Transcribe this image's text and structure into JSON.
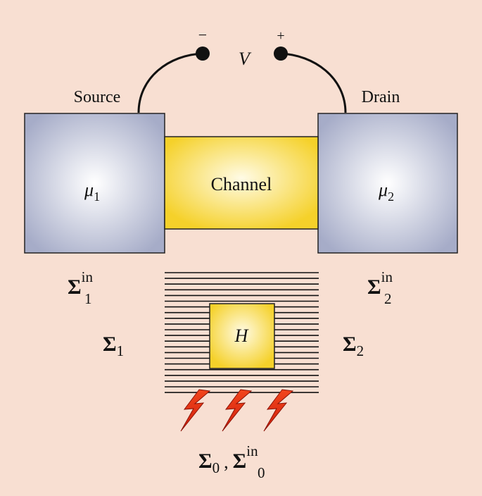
{
  "voltage": {
    "minus": "−",
    "plus": "+",
    "symbol": "V"
  },
  "source": {
    "label": "Source",
    "mu_base": "μ",
    "mu_sub": "1"
  },
  "drain": {
    "label": "Drain",
    "mu_base": "μ",
    "mu_sub": "2"
  },
  "channel": {
    "label": "Channel"
  },
  "hamiltonian": {
    "label": "H"
  },
  "sigma_in_1": {
    "base": "Σ",
    "sup": "in",
    "sub": "1"
  },
  "sigma_in_2": {
    "base": "Σ",
    "sup": "in",
    "sub": "2"
  },
  "sigma_1": {
    "base": "Σ",
    "sub": "1"
  },
  "sigma_2": {
    "base": "Σ",
    "sub": "2"
  },
  "sigma_0": {
    "base": "Σ",
    "sub": "0",
    "comma": ",",
    "in_base": "Σ",
    "in_sup": "in",
    "in_sub": "0"
  },
  "colors": {
    "background": "#f8dfd2",
    "contact_center": "#ffffff",
    "contact_edge": "#a6acc8",
    "channel_center": "#fffbe6",
    "channel_edge": "#f5d12a",
    "lightning": "#e02a12"
  }
}
